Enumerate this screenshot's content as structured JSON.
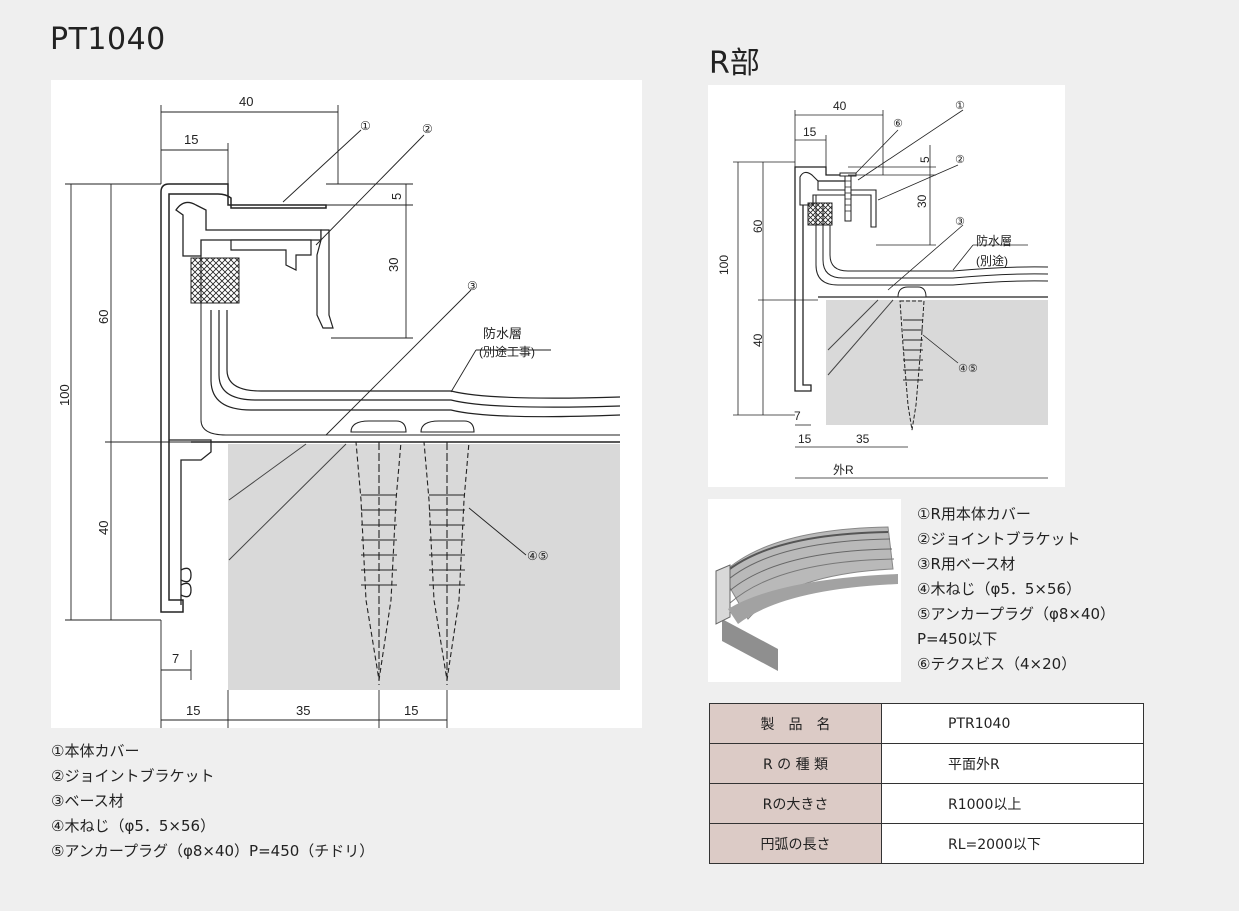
{
  "titles": {
    "main": "PT1040",
    "r_section": "R部"
  },
  "main_drawing": {
    "dims": {
      "top_40": "40",
      "top_15": "15",
      "right_5": "5",
      "right_30": "30",
      "left_100": "100",
      "left_60": "60",
      "left_40": "40",
      "bottom_7": "7",
      "bottom_15a": "15",
      "bottom_35": "35",
      "bottom_15b": "15"
    },
    "callouts": {
      "c1": "①",
      "c2": "②",
      "c3": "③",
      "c45": "④⑤"
    },
    "waterproof_label": "防水層",
    "waterproof_sub": "(別途工事)"
  },
  "r_drawing": {
    "dims": {
      "top_40": "40",
      "top_15": "15",
      "right_5": "5",
      "right_30": "30",
      "left_100": "100",
      "left_60": "60",
      "left_40": "40",
      "bottom_7": "7",
      "bottom_15": "15",
      "bottom_35": "35",
      "outer_r": "外R"
    },
    "callouts": {
      "c1": "①",
      "c2": "②",
      "c3": "③",
      "c6": "⑥",
      "c45": "④⑤"
    },
    "waterproof_label": "防水層",
    "waterproof_sub": "(別途)"
  },
  "legend_main": [
    "①本体カバー",
    "②ジョイントブラケット",
    "③ベース材",
    "④木ねじ（φ5．5×56）",
    "⑤アンカープラグ（φ8×40）P=450（チドリ）"
  ],
  "legend_r": [
    "①R用本体カバー",
    "②ジョイントブラケット",
    "③R用ベース材",
    "④木ねじ（φ5．5×56）",
    "⑤アンカープラグ（φ8×40）",
    "P=450以下",
    "⑥テクスビス（4×20）"
  ],
  "spec_table": [
    {
      "label": "製　品　名",
      "value": "PTR1040"
    },
    {
      "label": "R の 種 類",
      "value": "平面外R"
    },
    {
      "label": "Rの大きさ",
      "value": "R1000以上"
    },
    {
      "label": "円弧の長さ",
      "value": "RL=2000以下"
    }
  ],
  "colors": {
    "background": "#efefef",
    "table_header": "#dccbc6",
    "concrete": "#d9d9d9"
  }
}
